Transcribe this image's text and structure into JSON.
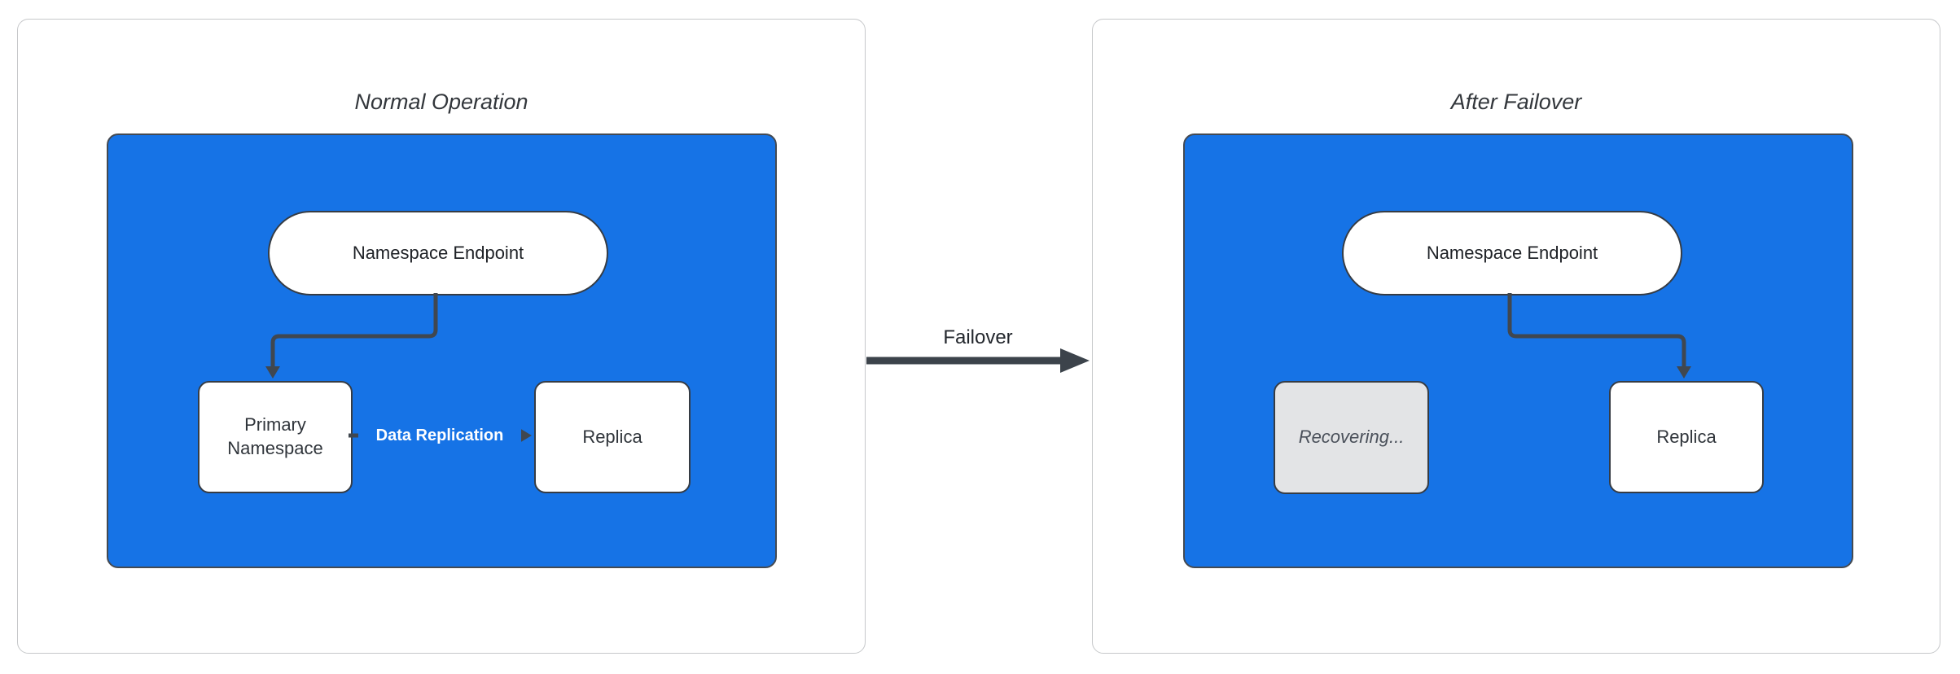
{
  "panels": [
    {
      "id": "normal-operation",
      "title": "Normal Operation",
      "endpoint_label": "Namespace Endpoint",
      "nodes": [
        {
          "id": "primary-namespace",
          "label": "Primary Namespace",
          "state": "active"
        },
        {
          "id": "replica",
          "label": "Replica",
          "state": "active"
        }
      ],
      "edge_label": "Data Replication"
    },
    {
      "id": "after-failover",
      "title": "After Failover",
      "endpoint_label": "Namespace Endpoint",
      "nodes": [
        {
          "id": "recovering",
          "label": "Recovering...",
          "state": "recovering"
        },
        {
          "id": "replica",
          "label": "Replica",
          "state": "active"
        }
      ]
    }
  ],
  "transition": {
    "label": "Failover"
  },
  "colors": {
    "cluster_blue": "#1673e6",
    "connector_dark": "#40474f",
    "panel_border": "#c6c8ca",
    "node_border": "#363c44",
    "recovering_fill": "#e3e4e6",
    "recovering_text": "#4a505a",
    "title_text": "#33373c",
    "edge_label_text": "#ffffff"
  }
}
